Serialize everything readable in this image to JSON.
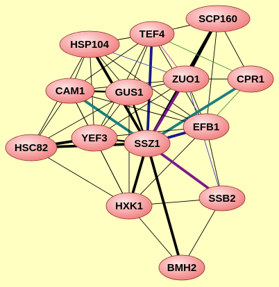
{
  "colors": {
    "background": "#FFFFC2",
    "node_fill_light": "#FFE2E2",
    "node_fill_dark": "#F07C7C",
    "edge_black": "#000000",
    "edge_navy": "#1A1A8C",
    "edge_teal": "#1B7F7F",
    "edge_purple": "#7A1A8A",
    "edge_green": "#3F8F2F",
    "edge_blue": "#3A3AC0",
    "edge_magenta": "#B03AB0"
  },
  "nodes": [
    {
      "id": "SCP160",
      "label": "SCP160"
    },
    {
      "id": "TEF4",
      "label": "TEF4"
    },
    {
      "id": "HSP104",
      "label": "HSP104"
    },
    {
      "id": "ZUO1",
      "label": "ZUO1"
    },
    {
      "id": "CPR1",
      "label": "CPR1"
    },
    {
      "id": "CAM1",
      "label": "CAM1"
    },
    {
      "id": "GUS1",
      "label": "GUS1"
    },
    {
      "id": "EFB1",
      "label": "EFB1"
    },
    {
      "id": "YEF3",
      "label": "YEF3"
    },
    {
      "id": "SSZ1",
      "label": "SSZ1"
    },
    {
      "id": "HSC82",
      "label": "HSC82"
    },
    {
      "id": "HXK1",
      "label": "HXK1"
    },
    {
      "id": "SSB2",
      "label": "SSB2"
    },
    {
      "id": "BMH2",
      "label": "BMH2"
    }
  ],
  "edges": [
    {
      "source": "SCP160",
      "target": "TEF4",
      "color": "edge_black",
      "weight": "thin"
    },
    {
      "source": "SCP160",
      "target": "ZUO1",
      "color": "edge_black",
      "weight": "thick"
    },
    {
      "source": "SCP160",
      "target": "CPR1",
      "color": "edge_black",
      "weight": "thin"
    },
    {
      "source": "SCP160",
      "target": "SSZ1",
      "color": "edge_black",
      "weight": "thick"
    },
    {
      "source": "SCP160",
      "target": "EFB1",
      "color": "edge_black",
      "weight": "thin"
    },
    {
      "source": "TEF4",
      "target": "HSP104",
      "color": "edge_black",
      "weight": "thin"
    },
    {
      "source": "TEF4",
      "target": "ZUO1",
      "color": "edge_magenta",
      "weight": "thin"
    },
    {
      "source": "TEF4",
      "target": "CPR1",
      "color": "edge_green",
      "weight": "thin"
    },
    {
      "source": "TEF4",
      "target": "CAM1",
      "color": "edge_black",
      "weight": "thin"
    },
    {
      "source": "TEF4",
      "target": "GUS1",
      "color": "edge_black",
      "weight": "thin"
    },
    {
      "source": "TEF4",
      "target": "SSZ1",
      "color": "edge_navy",
      "weight": "thick"
    },
    {
      "source": "TEF4",
      "target": "YEF3",
      "color": "edge_black",
      "weight": "thin"
    },
    {
      "source": "TEF4",
      "target": "EFB1",
      "color": "edge_black",
      "weight": "thin"
    },
    {
      "source": "HSP104",
      "target": "GUS1",
      "color": "edge_black",
      "weight": "thin"
    },
    {
      "source": "HSP104",
      "target": "SSZ1",
      "color": "edge_black",
      "weight": "thick"
    },
    {
      "source": "HSP104",
      "target": "CAM1",
      "color": "edge_black",
      "weight": "thin"
    },
    {
      "source": "HSP104",
      "target": "YEF3",
      "color": "edge_black",
      "weight": "thin"
    },
    {
      "source": "HSP104",
      "target": "HSC82",
      "color": "edge_black",
      "weight": "thin"
    },
    {
      "source": "HSP104",
      "target": "ZUO1",
      "color": "edge_blue",
      "weight": "thin"
    },
    {
      "source": "HSP104",
      "target": "EFB1",
      "color": "edge_black",
      "weight": "thin"
    },
    {
      "source": "ZUO1",
      "target": "SSZ1",
      "color": "edge_purple",
      "weight": "thick"
    },
    {
      "source": "ZUO1",
      "target": "GUS1",
      "color": "edge_black",
      "weight": "thin"
    },
    {
      "source": "ZUO1",
      "target": "EFB1",
      "color": "edge_black",
      "weight": "thin"
    },
    {
      "source": "ZUO1",
      "target": "SSB2",
      "color": "edge_blue",
      "weight": "thin"
    },
    {
      "source": "ZUO1",
      "target": "CAM1",
      "color": "edge_black",
      "weight": "thin"
    },
    {
      "source": "ZUO1",
      "target": "YEF3",
      "color": "edge_black",
      "weight": "thin"
    },
    {
      "source": "CPR1",
      "target": "SSZ1",
      "color": "edge_teal",
      "weight": "thick"
    },
    {
      "source": "CPR1",
      "target": "EFB1",
      "color": "edge_green",
      "weight": "thin"
    },
    {
      "source": "CPR1",
      "target": "ZUO1",
      "color": "edge_black",
      "weight": "thin"
    },
    {
      "source": "CAM1",
      "target": "GUS1",
      "color": "edge_black",
      "weight": "medium"
    },
    {
      "source": "CAM1",
      "target": "SSZ1",
      "color": "edge_teal",
      "weight": "thick"
    },
    {
      "source": "CAM1",
      "target": "YEF3",
      "color": "edge_black",
      "weight": "thin"
    },
    {
      "source": "CAM1",
      "target": "HSC82",
      "color": "edge_black",
      "weight": "thin"
    },
    {
      "source": "CAM1",
      "target": "HXK1",
      "color": "edge_black",
      "weight": "thin"
    },
    {
      "source": "CAM1",
      "target": "EFB1",
      "color": "edge_black",
      "weight": "thin"
    },
    {
      "source": "GUS1",
      "target": "SSZ1",
      "color": "edge_black",
      "weight": "medium"
    },
    {
      "source": "GUS1",
      "target": "YEF3",
      "color": "edge_black",
      "weight": "thin"
    },
    {
      "source": "GUS1",
      "target": "EFB1",
      "color": "edge_black",
      "weight": "thin"
    },
    {
      "source": "GUS1",
      "target": "HSC82",
      "color": "edge_black",
      "weight": "thin"
    },
    {
      "source": "GUS1",
      "target": "HXK1",
      "color": "edge_black",
      "weight": "thin"
    },
    {
      "source": "EFB1",
      "target": "SSZ1",
      "color": "edge_navy",
      "weight": "thick"
    },
    {
      "source": "EFB1",
      "target": "SSB2",
      "color": "edge_black",
      "weight": "thin"
    },
    {
      "source": "EFB1",
      "target": "HXK1",
      "color": "edge_black",
      "weight": "thin"
    },
    {
      "source": "EFB1",
      "target": "YEF3",
      "color": "edge_black",
      "weight": "thin"
    },
    {
      "source": "YEF3",
      "target": "SSZ1",
      "color": "edge_black",
      "weight": "medium"
    },
    {
      "source": "YEF3",
      "target": "HSC82",
      "color": "edge_black",
      "weight": "thick"
    },
    {
      "source": "YEF3",
      "target": "HXK1",
      "color": "edge_black",
      "weight": "thin"
    },
    {
      "source": "SSZ1",
      "target": "HSC82",
      "color": "edge_black",
      "weight": "thick"
    },
    {
      "source": "SSZ1",
      "target": "HXK1",
      "color": "edge_black",
      "weight": "thick"
    },
    {
      "source": "SSZ1",
      "target": "SSB2",
      "color": "edge_purple",
      "weight": "thick"
    },
    {
      "source": "SSZ1",
      "target": "BMH2",
      "color": "edge_black",
      "weight": "thick"
    },
    {
      "source": "HSC82",
      "target": "HXK1",
      "color": "edge_black",
      "weight": "thin"
    },
    {
      "source": "HXK1",
      "target": "SSB2",
      "color": "edge_black",
      "weight": "thin"
    },
    {
      "source": "HXK1",
      "target": "BMH2",
      "color": "edge_black",
      "weight": "thin"
    },
    {
      "source": "SSB2",
      "target": "BMH2",
      "color": "edge_black",
      "weight": "thin"
    }
  ]
}
